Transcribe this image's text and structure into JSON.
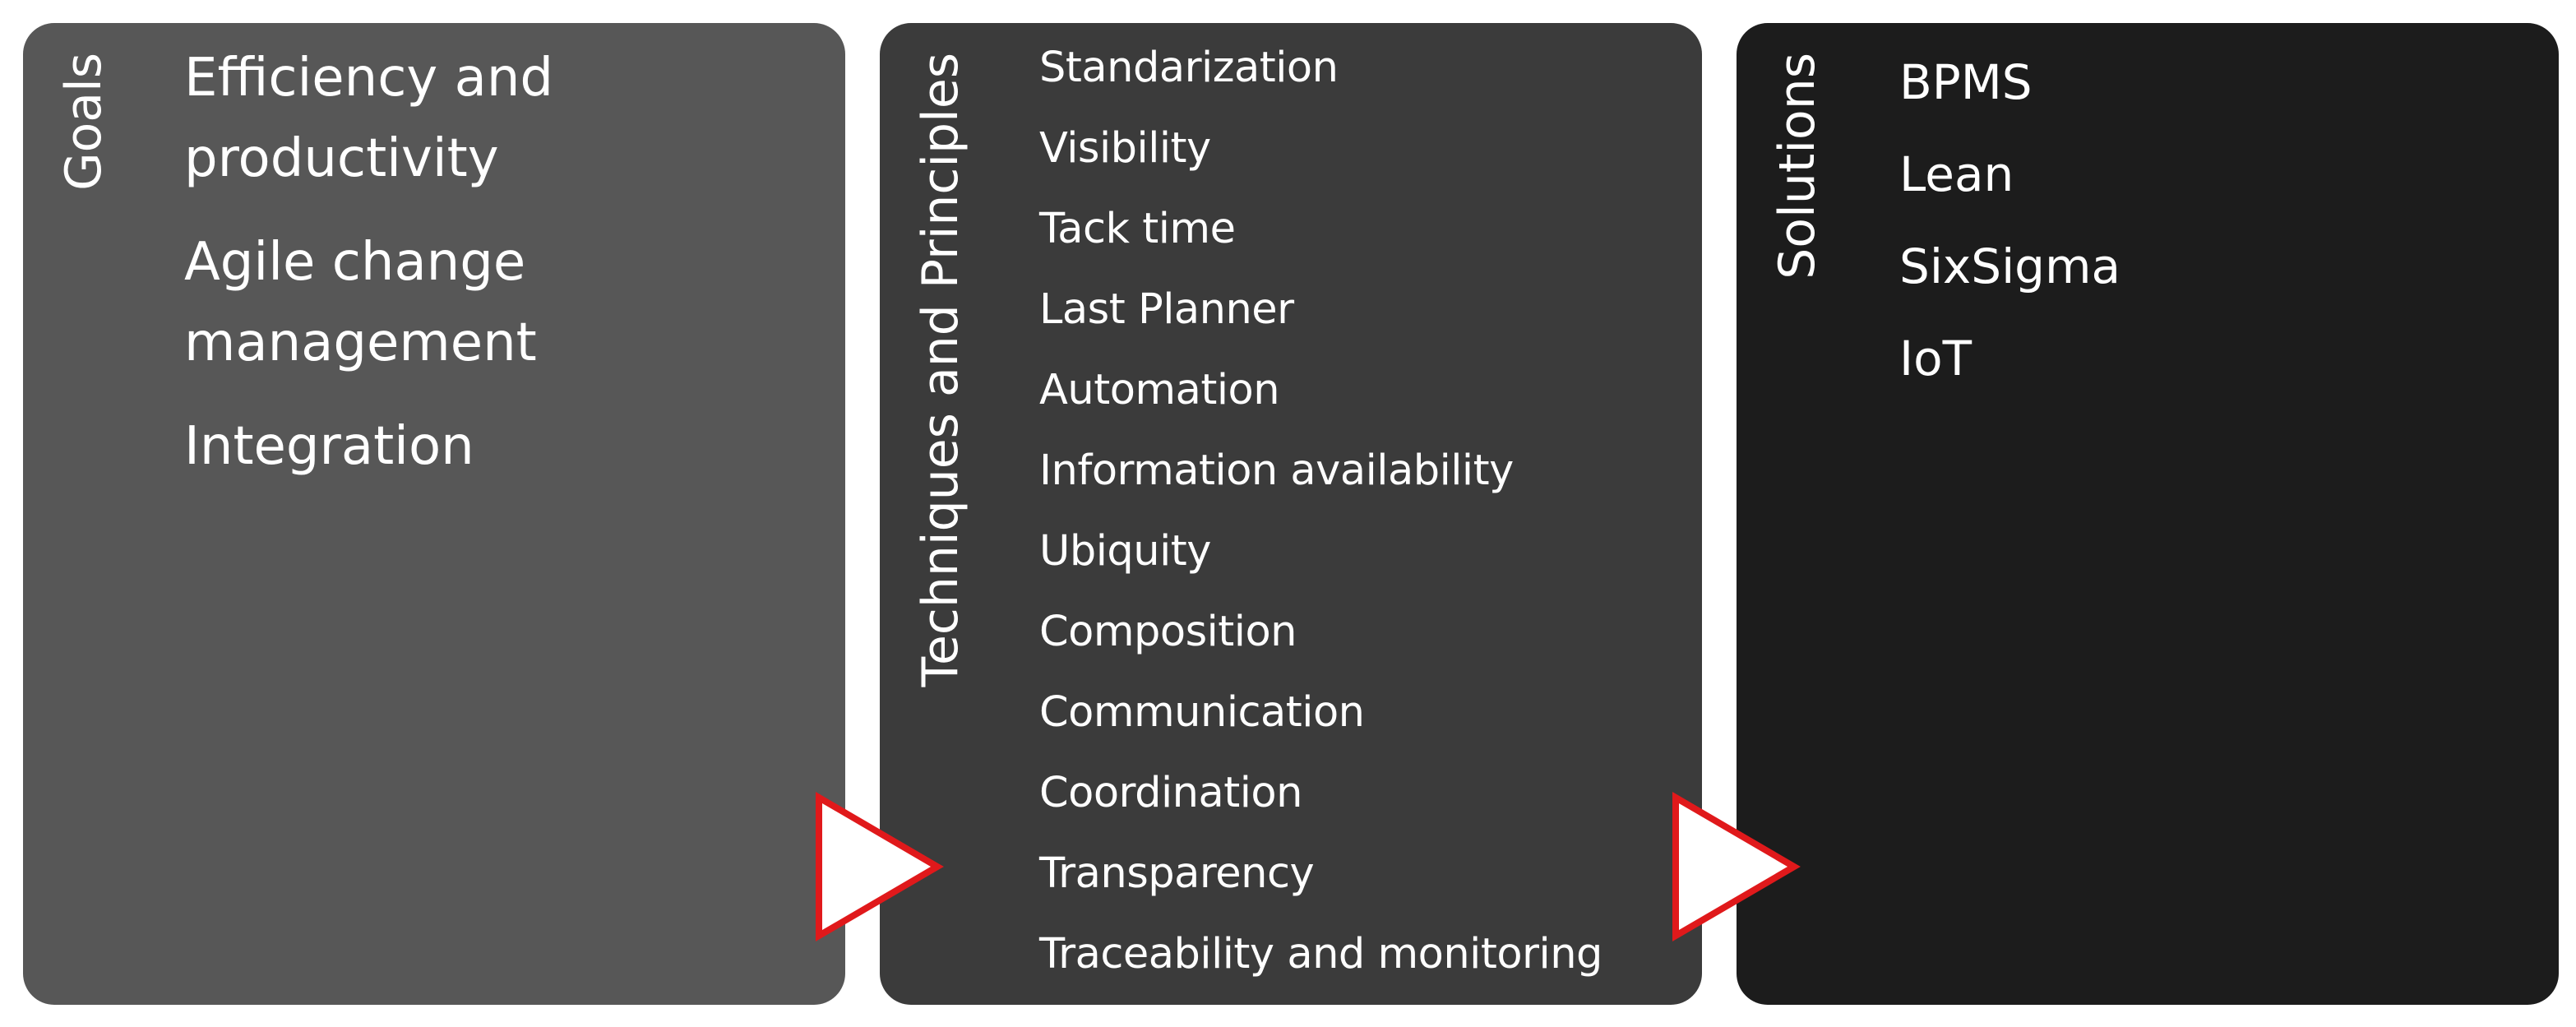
{
  "colors": {
    "goals_panel": "#575757",
    "techniques_panel": "#3b3b3b",
    "solutions_panel": "#1c1c1c",
    "arrow_fill": "#ffffff",
    "arrow_stroke": "#e0191b"
  },
  "goals": {
    "label": "Goals",
    "items": [
      "Efficiency and productivity",
      "Agile change management",
      "Integration"
    ]
  },
  "techniques": {
    "label": "Techniques and Principles",
    "items": [
      "Standarization",
      "Visibility",
      "Tack time",
      "Last Planner",
      "Automation",
      "Information availability",
      "Ubiquity",
      "Composition",
      "Communication",
      "Coordination",
      "Transparency",
      "Traceability and monitoring"
    ]
  },
  "solutions": {
    "label": "Solutions",
    "items": [
      "BPMS",
      "Lean",
      "SixSigma",
      "IoT"
    ]
  },
  "icons": {
    "flow_arrow": "right-triangle-arrow"
  }
}
